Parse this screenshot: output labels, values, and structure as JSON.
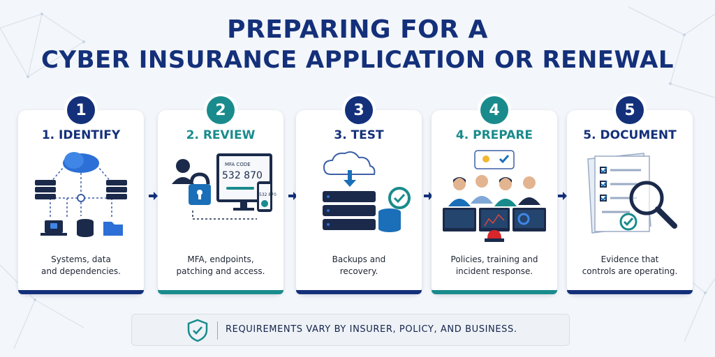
{
  "title": {
    "line1": "PREPARING FOR A",
    "line2": "CYBER INSURANCE APPLICATION OR RENEWAL"
  },
  "colors": {
    "navy": "#14307a",
    "teal": "#1a8b8c",
    "background": "#f3f6fa"
  },
  "steps": [
    {
      "number": "1",
      "title": "1. IDENTIFY",
      "desc_line1": "Systems, data",
      "desc_line2": "and dependencies.",
      "color": "#14307a",
      "icon": "network-diagram-icon"
    },
    {
      "number": "2",
      "title": "2. REVIEW",
      "desc_line1": "MFA, endpoints,",
      "desc_line2": "patching and access.",
      "color": "#1a8b8c",
      "icon": "mfa-lock-icon",
      "mfa_label": "MFA CODE",
      "mfa_code": "532 870",
      "phone_code": "532 870"
    },
    {
      "number": "3",
      "title": "3. TEST",
      "desc_line1": "Backups and",
      "desc_line2": "recovery.",
      "color": "#14307a",
      "icon": "backup-server-icon"
    },
    {
      "number": "4",
      "title": "4. PREPARE",
      "desc_line1": "Policies, training and",
      "desc_line2": "incident response.",
      "color": "#1a8b8c",
      "icon": "team-icon"
    },
    {
      "number": "5",
      "title": "5. DOCUMENT",
      "desc_line1": "Evidence that",
      "desc_line2": "controls are operating.",
      "color": "#14307a",
      "icon": "document-magnifier-icon"
    }
  ],
  "footer": {
    "text": "REQUIREMENTS VARY BY INSURER, POLICY, AND BUSINESS.",
    "icon": "shield-check-icon"
  }
}
